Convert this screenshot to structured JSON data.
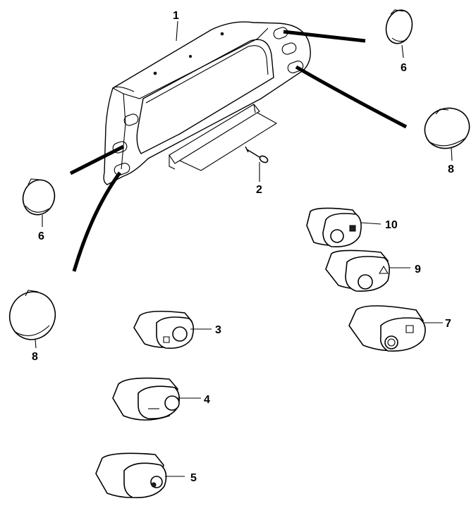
{
  "diagram": {
    "callouts": [
      "1",
      "2",
      "3",
      "4",
      "5",
      "6",
      "6",
      "7",
      "8",
      "8",
      "9",
      "10"
    ]
  }
}
